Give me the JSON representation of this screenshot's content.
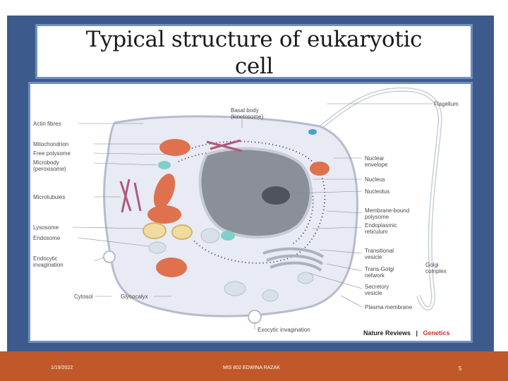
{
  "slide": {
    "title_line1": "Typical structure of eukaryotic",
    "title_line2": "cell"
  },
  "diagram": {
    "labels_left": [
      "Actin fibres",
      "Mitochondrion",
      "Free polysome",
      "Microbody",
      "(peroxisome)",
      "Microtubules",
      "Lysosome",
      "Endosome",
      "Endocytic",
      "invagination",
      "Cytosol",
      "Glycocalyx"
    ],
    "labels_right": [
      "Flagellum",
      "Nuclear",
      "envelope",
      "Nucleus",
      "Nucleolus",
      "Membrane-bound",
      "polysome",
      "Endoplasmic",
      "reticulum",
      "Transitional",
      "vesicle",
      "Golgi",
      "complex",
      "Trans-Golgi",
      "network",
      "Secretory",
      "vesicle",
      "Plasma membrane"
    ],
    "labels_top": [
      "Basal body",
      "(kinetosome)"
    ],
    "labels_bottom": [
      "Exocytic invagination"
    ],
    "credit_a": "Nature Reviews",
    "credit_sep": "|",
    "credit_b": "Genetics"
  },
  "footer": {
    "date": "1/19/2022",
    "course": "MIS 802 EDWINA RAZAK",
    "page": "5"
  },
  "colors": {
    "frame": "#3d5a8c",
    "footer": "#c0582a",
    "mitochondrion": "#e0714f",
    "nucleus": "#8a8f98"
  }
}
